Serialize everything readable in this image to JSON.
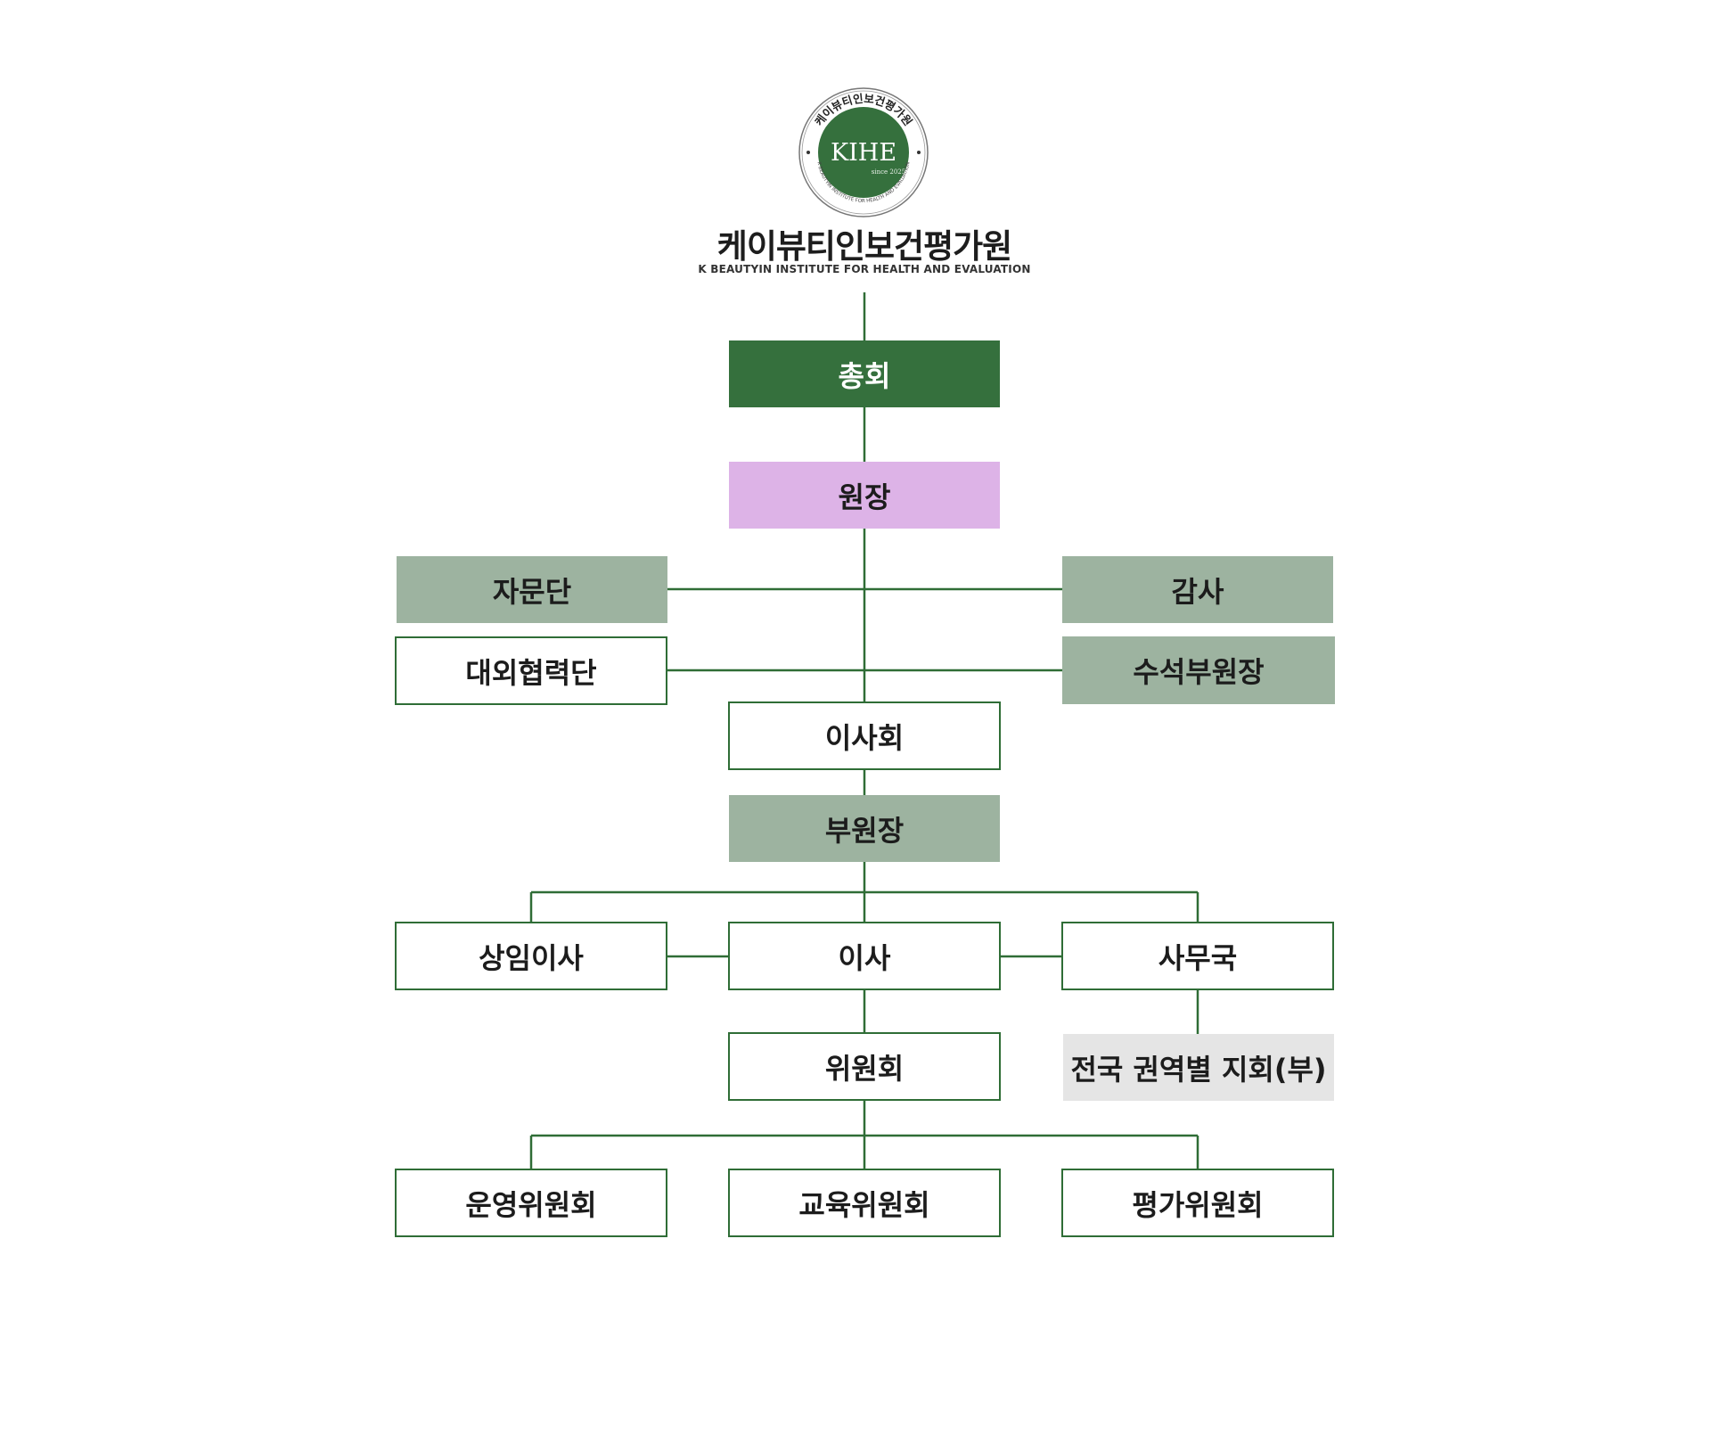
{
  "colors": {
    "line": "#2f6d36",
    "dark_green": "#35703d",
    "pink": "#ddb3e7",
    "sage": "#9db3a0",
    "gray": "#e5e5e5"
  },
  "header": {
    "logo": {
      "ring_text_top": "케이뷰티인보건평가원",
      "abbr": "KIHE",
      "since": "since 2025",
      "ring_text_bottom": "K BEAUTYIN INSTITUTE FOR HEALTH AND EVALUATION"
    },
    "name_ko": "케이뷰티인보건평가원",
    "name_en": "K BEAUTYIN INSTITUTE FOR HEALTH AND EVALUATION"
  },
  "nodes": {
    "general_assembly": "총회",
    "director": "원장",
    "advisory_group": "자문단",
    "auditor": "감사",
    "external_cooperation": "대외협력단",
    "senior_vice_director": "수석부원장",
    "board": "이사회",
    "vice_director": "부원장",
    "standing_director": "상임이사",
    "director_member": "이사",
    "secretariat": "사무국",
    "committee": "위원회",
    "regional_branches": "전국 권역별 지회(부)",
    "operations_committee": "운영위원회",
    "education_committee": "교육위원회",
    "evaluation_committee": "평가위원회"
  }
}
